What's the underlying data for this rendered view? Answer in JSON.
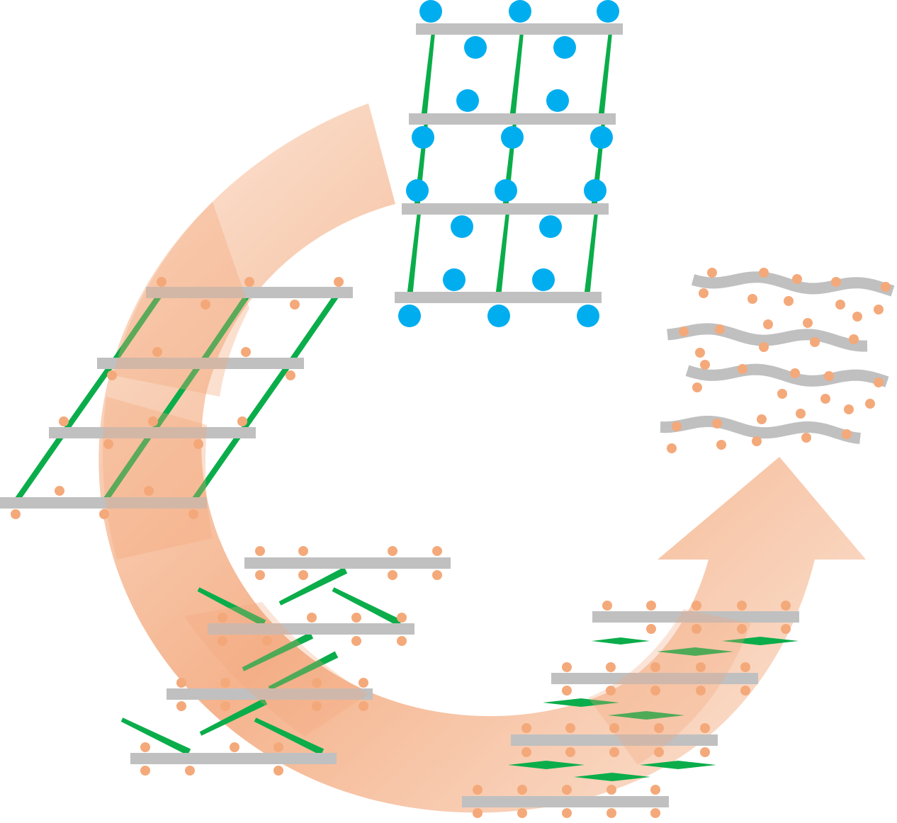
{
  "diagram": {
    "kind": "cyclic-structural-transformation",
    "colors": {
      "background": "#ffffff",
      "backbone": "#c0c0c0",
      "crosslink": "#0aad4a",
      "blue_node": "#00aeef",
      "orange_node": "#f4a97a",
      "arrow_gradient_start": "#f3a679",
      "arrow_gradient_end": "#fbe3d3"
    },
    "panels": [
      {
        "name": "ordered-framework-blue-nodes",
        "position_word": "top-center",
        "layers": 4
      },
      {
        "name": "sheared-framework-orange-nodes",
        "position_word": "left",
        "layers": 4
      },
      {
        "name": "tilted-framework-orange-nodes",
        "position_word": "bottom-left",
        "layers": 4
      },
      {
        "name": "flattened-stack-orange-nodes",
        "position_word": "bottom-right",
        "layers": 4
      },
      {
        "name": "disordered-wavy-chains",
        "position_word": "right",
        "chains": 4
      }
    ],
    "arrow": {
      "direction": "counter-clockwise",
      "shape": "circular-arrow"
    }
  }
}
